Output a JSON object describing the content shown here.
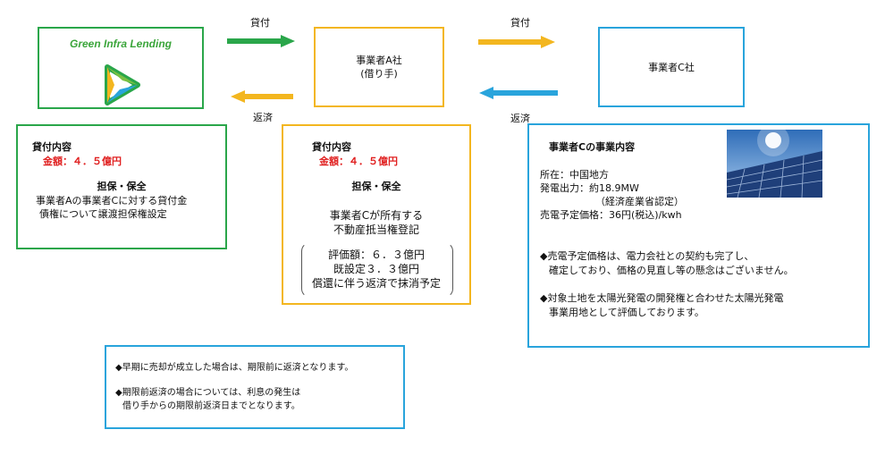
{
  "logo": {
    "text": "Green Infra Lending",
    "icon": "triangle-play-logo-icon"
  },
  "flow": {
    "loan_label_1": "貸付",
    "loan_label_2": "貸付",
    "repay_label_1": "返済",
    "repay_label_2": "返済",
    "colors": {
      "green": "#2aa64a",
      "yellow": "#f3b61f",
      "blue": "#29a4dc"
    }
  },
  "company_a": {
    "line1": "事業者A社",
    "line2": "(借り手)"
  },
  "company_c": {
    "name": "事業者C社"
  },
  "panel_lender": {
    "title": "貸付内容",
    "amount": "金額：４．５億円",
    "security_title": "担保・保全",
    "line1": "事業者Aの事業者Cに対する貸付金",
    "line2": "債権について譲渡担保権設定"
  },
  "panel_borrower": {
    "title": "貸付内容",
    "amount": "金額：４．５億円",
    "security_title": "担保・保全",
    "line1": "事業者Cが所有する",
    "line2": "不動産抵当権登記",
    "note1": "評価額：６．３億円",
    "note2": "既設定３．３億円",
    "note3": "償還に伴う返済で抹消予定"
  },
  "panel_business": {
    "title": "事業者Cの事業内容",
    "location": "所在：中国地方",
    "output": "発電出力：約18.9MW",
    "cert": "（経済産業省認定）",
    "price": "売電予定価格：36円(税込)/kwh",
    "bullet1_l1": "◆売電予定価格は、電力会社との契約も完了し、",
    "bullet1_l2": "確定しており、価格の見直し等の懸念はございません。",
    "bullet2_l1": "◆対象土地を太陽光発電の開発権と合わせた太陽光発電",
    "bullet2_l2": "事業用地として評価しております。"
  },
  "panel_notes": {
    "note1": "◆早期に売却が成立した場合は、期限前に返済となります。",
    "note2_l1": "◆期限前返済の場合については、利息の発生は",
    "note2_l2": "借り手からの期限前返済日までとなります。"
  }
}
